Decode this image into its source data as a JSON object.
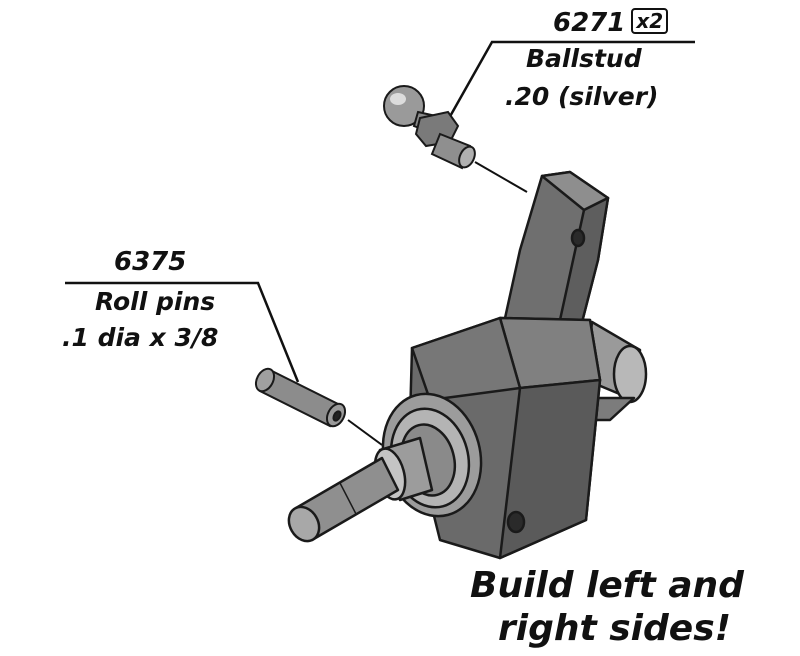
{
  "callouts": {
    "ballstud": {
      "part_number": "6271",
      "quantity": "x2",
      "name": "Ballstud",
      "spec": ".20 (silver)"
    },
    "roll_pins": {
      "part_number": "6375",
      "name": "Roll pins",
      "spec": ".1 dia x 3/8"
    }
  },
  "note": {
    "line1": "Build left and",
    "line2": "right sides!"
  },
  "colors": {
    "part_dark": "#6f6f6f",
    "part_mid": "#8e8e8e",
    "part_light": "#b4b4b4",
    "outline": "#1a1a1a",
    "text": "#111111"
  }
}
